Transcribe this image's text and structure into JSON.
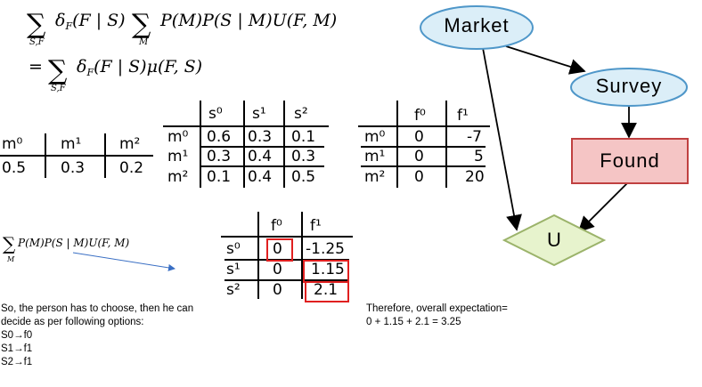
{
  "equation": {
    "line1_sum1": "∑",
    "line1_sub1": "S,F",
    "line1_delta": "δ",
    "line1_delta_sub": "F",
    "line1_args": "(F | S)",
    "line1_sum2": "∑",
    "line1_sub2": "M",
    "line1_rest": "P(M)P(S | M)U(F, M)",
    "line2_eq": "=",
    "line2_sum": "∑",
    "line2_sub": "S,F",
    "line2_delta": "δ",
    "line2_delta_sub": "F",
    "line2_rest": "(F | S)μ(F, S)"
  },
  "prior_table": {
    "headers": [
      "m⁰",
      "m¹",
      "m²"
    ],
    "values": [
      "0.5",
      "0.3",
      "0.2"
    ]
  },
  "survey_table": {
    "col_headers": [
      "s⁰",
      "s¹",
      "s²"
    ],
    "row_headers": [
      "m⁰",
      "m¹",
      "m²"
    ],
    "rows": [
      [
        "0.6",
        "0.3",
        "0.1"
      ],
      [
        "0.3",
        "0.4",
        "0.3"
      ],
      [
        "0.1",
        "0.4",
        "0.5"
      ]
    ]
  },
  "utility_table": {
    "col_headers": [
      "f⁰",
      "f¹"
    ],
    "row_headers": [
      "m⁰",
      "m¹",
      "m²"
    ],
    "rows": [
      [
        "0",
        "-7"
      ],
      [
        "0",
        "5"
      ],
      [
        "0",
        "20"
      ]
    ]
  },
  "expectation_table": {
    "col_headers": [
      "f⁰",
      "f¹"
    ],
    "row_headers": [
      "s⁰",
      "s¹",
      "s²"
    ],
    "rows": [
      [
        "0",
        "-1.25"
      ],
      [
        "0",
        "1.15"
      ],
      [
        "0",
        "2.1"
      ]
    ]
  },
  "small_formula": {
    "sum": "∑",
    "sub": "M",
    "text": "P(M)P(S | M)U(F, M)"
  },
  "diagram": {
    "market": "Market",
    "survey": "Survey",
    "found": "Found",
    "utility": "U",
    "colors": {
      "oval_fill": "#dbeef8",
      "oval_stroke": "#4f97c9",
      "rect_fill": "#f5c5c5",
      "rect_stroke": "#c04040",
      "diamond_fill": "#e7f3cd",
      "diamond_stroke": "#9bb36a"
    }
  },
  "notes": {
    "left_line1": "So, the person has to choose, then he can",
    "left_line2": "decide as per following options:",
    "opt1": "S0→f0",
    "opt2": "S1→f1",
    "opt3": "S2→f1",
    "right_line1": "Therefore, overall expectation=",
    "right_line2": "0 + 1.15 + 2.1 = 3.25"
  }
}
